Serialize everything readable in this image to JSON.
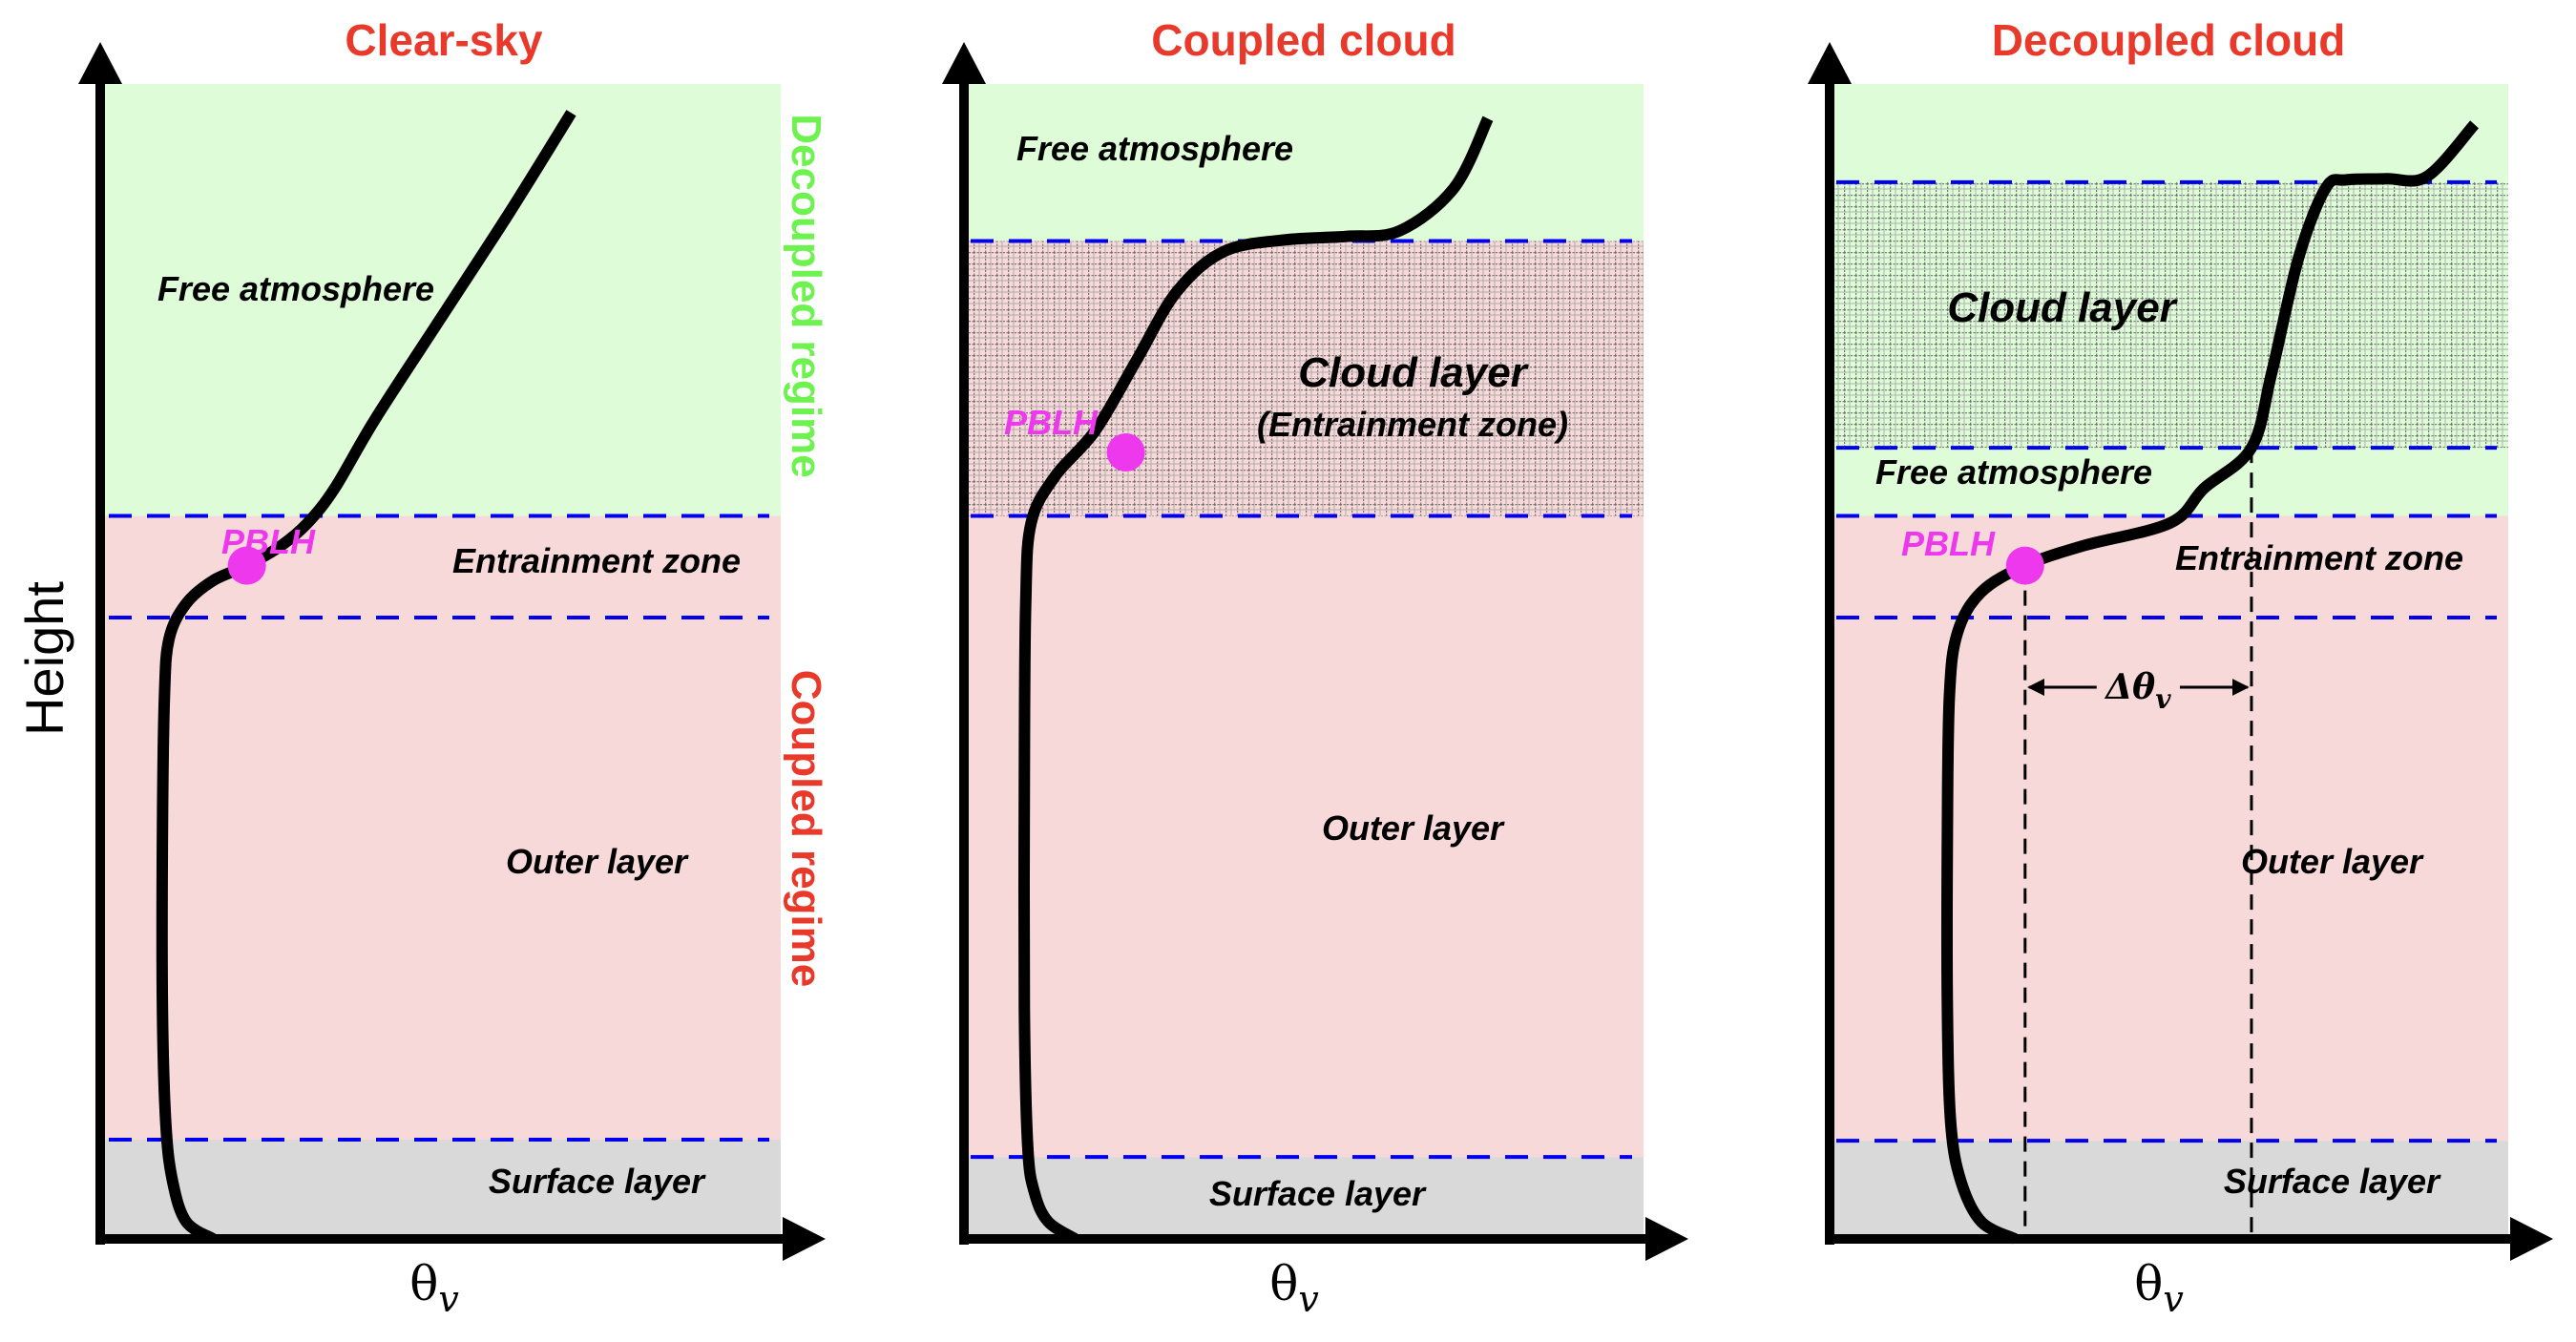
{
  "figure": {
    "y_axis_label": "Height",
    "x_axis_label_main": "θ",
    "x_axis_label_sub": "v",
    "colors": {
      "title": "#e8392b",
      "free_atmosphere_fill": "#dffcd9",
      "boundary_layer_fill": "#f8d9d9",
      "surface_layer_fill": "#d9d9d9",
      "boundary_dash": "#0000ee",
      "hatch_line": "#555555",
      "curve": "#000000",
      "pblh_marker": "#ee38ee",
      "decoupled_regime_label": "#6ef24f",
      "coupled_regime_label": "#e8392b"
    },
    "regime_labels": {
      "decoupled": "Decoupled regime",
      "coupled": "Coupled regime"
    }
  },
  "panels": [
    {
      "id": "clear-sky",
      "title": "Clear-sky",
      "pblh_label": "PBLH",
      "layers": [
        {
          "name": "surface-layer",
          "label": "Surface layer",
          "from": 0.0,
          "to": 0.086,
          "fill": "surface"
        },
        {
          "name": "outer-layer",
          "label": "Outer layer",
          "from": 0.086,
          "to": 0.538,
          "fill": "boundary"
        },
        {
          "name": "entrainment-zone",
          "label": "Entrainment zone",
          "from": 0.538,
          "to": 0.626,
          "fill": "boundary"
        },
        {
          "name": "free-atmosphere",
          "label": "Free atmosphere",
          "from": 0.626,
          "to": 1.0,
          "fill": "free"
        }
      ],
      "dashed_boundaries": [
        0.086,
        0.538,
        0.626
      ],
      "pblh": {
        "theta": 0.21,
        "height": 0.583
      },
      "curve": [
        [
          0.16,
          0.0
        ],
        [
          0.12,
          0.015
        ],
        [
          0.1,
          0.05
        ],
        [
          0.09,
          0.1
        ],
        [
          0.085,
          0.2
        ],
        [
          0.085,
          0.35
        ],
        [
          0.088,
          0.47
        ],
        [
          0.095,
          0.52
        ],
        [
          0.12,
          0.55
        ],
        [
          0.16,
          0.57
        ],
        [
          0.21,
          0.583
        ],
        [
          0.26,
          0.6
        ],
        [
          0.3,
          0.62
        ],
        [
          0.34,
          0.65
        ],
        [
          0.4,
          0.71
        ],
        [
          0.5,
          0.8
        ],
        [
          0.6,
          0.89
        ],
        [
          0.69,
          0.975
        ]
      ]
    },
    {
      "id": "coupled-cloud",
      "title": "Coupled cloud",
      "pblh_label": "PBLH",
      "layers": [
        {
          "name": "surface-layer",
          "label": "Surface layer",
          "from": 0.0,
          "to": 0.071,
          "fill": "surface"
        },
        {
          "name": "outer-layer",
          "label": "Outer layer",
          "from": 0.071,
          "to": 0.626,
          "fill": "boundary"
        },
        {
          "name": "cloud-layer",
          "label": "Cloud layer",
          "sublabel": "(Entrainment zone)",
          "from": 0.626,
          "to": 0.864,
          "fill": "boundary",
          "hatched": true
        },
        {
          "name": "free-atmosphere",
          "label": "Free atmosphere",
          "from": 0.864,
          "to": 1.0,
          "fill": "free"
        }
      ],
      "dashed_boundaries": [
        0.071,
        0.626,
        0.864
      ],
      "pblh": {
        "theta": 0.235,
        "height": 0.681
      },
      "curve": [
        [
          0.16,
          0.0
        ],
        [
          0.12,
          0.015
        ],
        [
          0.1,
          0.04
        ],
        [
          0.09,
          0.08
        ],
        [
          0.085,
          0.2
        ],
        [
          0.085,
          0.4
        ],
        [
          0.087,
          0.55
        ],
        [
          0.095,
          0.62
        ],
        [
          0.13,
          0.66
        ],
        [
          0.19,
          0.7
        ],
        [
          0.25,
          0.76
        ],
        [
          0.31,
          0.82
        ],
        [
          0.38,
          0.855
        ],
        [
          0.47,
          0.865
        ],
        [
          0.56,
          0.868
        ],
        [
          0.64,
          0.873
        ],
        [
          0.72,
          0.91
        ],
        [
          0.77,
          0.97
        ]
      ]
    },
    {
      "id": "decoupled-cloud",
      "title": "Decoupled cloud",
      "pblh_label": "PBLH",
      "delta_label_main": "Δθ",
      "delta_label_sub": "v",
      "layers": [
        {
          "name": "surface-layer",
          "label": "Surface layer",
          "from": 0.0,
          "to": 0.085,
          "fill": "surface"
        },
        {
          "name": "outer-layer",
          "label": "Outer layer",
          "from": 0.085,
          "to": 0.538,
          "fill": "boundary"
        },
        {
          "name": "entrainment-zone",
          "label": "Entrainment zone",
          "from": 0.538,
          "to": 0.626,
          "fill": "boundary"
        },
        {
          "name": "free-atmosphere-lower",
          "label": "Free atmosphere",
          "from": 0.626,
          "to": 0.685,
          "fill": "free"
        },
        {
          "name": "cloud-layer",
          "label": "Cloud layer",
          "from": 0.685,
          "to": 0.915,
          "fill": "free",
          "hatched": true
        },
        {
          "name": "free-atmosphere-upper",
          "label": "",
          "from": 0.915,
          "to": 1.0,
          "fill": "free"
        }
      ],
      "dashed_boundaries": [
        0.085,
        0.538,
        0.626,
        0.685,
        0.915
      ],
      "pblh": {
        "theta": 0.285,
        "height": 0.583
      },
      "reference_theta": 0.62,
      "curve": [
        [
          0.27,
          0.0
        ],
        [
          0.22,
          0.015
        ],
        [
          0.19,
          0.05
        ],
        [
          0.175,
          0.1
        ],
        [
          0.17,
          0.2
        ],
        [
          0.17,
          0.35
        ],
        [
          0.173,
          0.47
        ],
        [
          0.185,
          0.525
        ],
        [
          0.22,
          0.56
        ],
        [
          0.285,
          0.583
        ],
        [
          0.37,
          0.6
        ],
        [
          0.5,
          0.62
        ],
        [
          0.55,
          0.65
        ],
        [
          0.62,
          0.685
        ],
        [
          0.65,
          0.75
        ],
        [
          0.69,
          0.85
        ],
        [
          0.73,
          0.91
        ],
        [
          0.76,
          0.917
        ],
        [
          0.82,
          0.918
        ],
        [
          0.88,
          0.92
        ],
        [
          0.95,
          0.965
        ]
      ]
    }
  ]
}
